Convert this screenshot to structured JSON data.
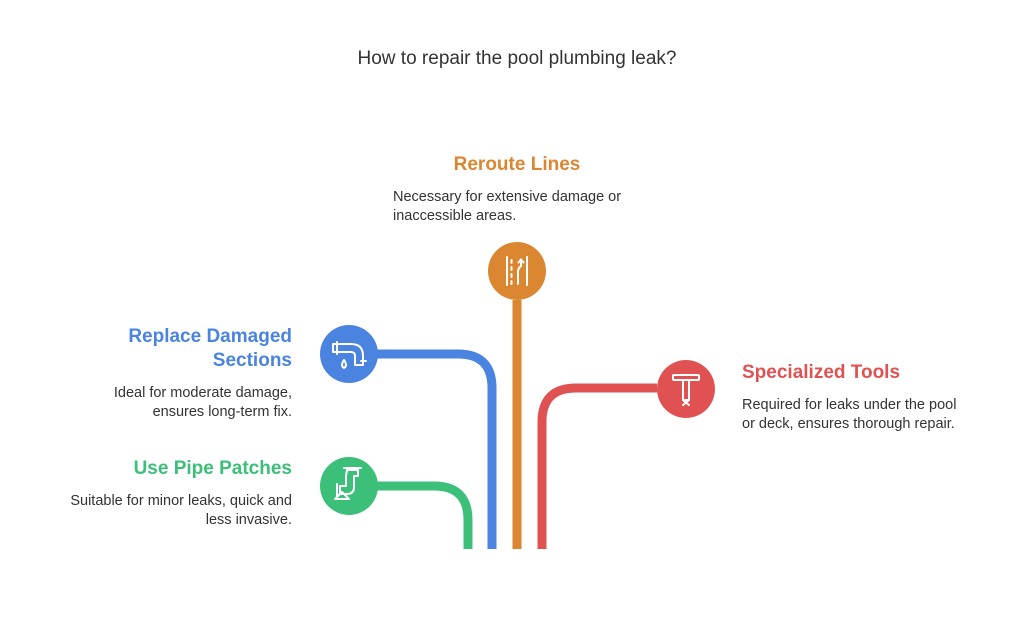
{
  "title": "How to repair the pool plumbing leak?",
  "colors": {
    "orange": "#db8630",
    "blue": "#4a84e0",
    "green": "#3cbf78",
    "red": "#e05252"
  },
  "options": [
    {
      "id": "reroute",
      "heading": "Reroute Lines",
      "description_lines": [
        "Necessary for extensive damage or",
        "inaccessible areas."
      ],
      "icon": "road-lanes-icon",
      "color": "#db8630"
    },
    {
      "id": "replace",
      "heading_lines": [
        "Replace Damaged",
        "Sections"
      ],
      "description_lines": [
        "Ideal for moderate damage,",
        "ensures long-term fix."
      ],
      "icon": "pipe-elbow-icon",
      "color": "#4a84e0"
    },
    {
      "id": "patches",
      "heading": "Use Pipe Patches",
      "description_lines": [
        "Suitable for minor leaks, quick and",
        "less invasive."
      ],
      "icon": "pipe-patch-icon",
      "color": "#3cbf78"
    },
    {
      "id": "tools",
      "heading": "Specialized Tools",
      "description_lines": [
        "Required for leaks under the pool",
        "or deck, ensures thorough repair."
      ],
      "icon": "t-wrench-icon",
      "color": "#e05252"
    }
  ]
}
